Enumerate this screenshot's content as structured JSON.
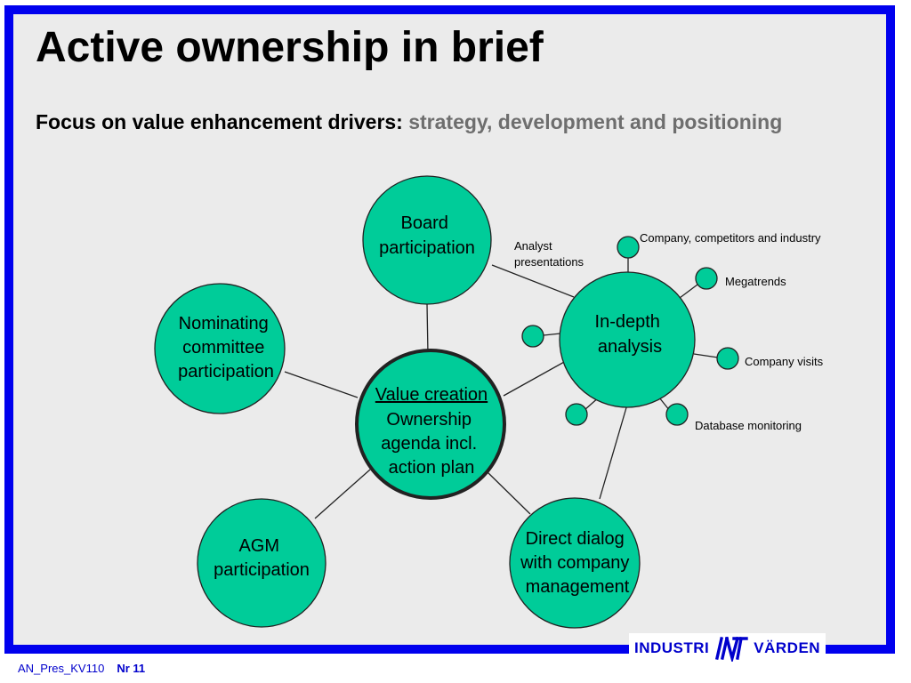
{
  "title": "Active ownership in brief",
  "subtitle": {
    "lead": "Focus on value enhancement drivers:",
    "emphasis": "strategy, development and positioning"
  },
  "nodes": {
    "board": [
      "Board",
      "participation"
    ],
    "nominating": [
      "Nominating",
      "committee",
      "participation"
    ],
    "center_heading": "Value creation",
    "center_lines": [
      "Ownership",
      "agenda incl.",
      "action plan"
    ],
    "agm": [
      "AGM",
      "participation"
    ],
    "dialog": [
      "Direct dialog",
      "with company",
      "management"
    ],
    "analysis": [
      "In-depth",
      "analysis"
    ]
  },
  "satellites": {
    "analyst": [
      "Analyst",
      "presentations"
    ],
    "company": "Company, competitors and industry",
    "megatrends": "Megatrends",
    "visits": "Company visits",
    "database": "Database monitoring"
  },
  "footer": {
    "doc_id": "AN_Pres_KV110",
    "page": "Nr 11"
  },
  "brand": {
    "left_word": "INDUSTRI",
    "right_word": "VÄRDEN"
  },
  "colors": {
    "frame": "#0000ee",
    "node_fill": "#00cc99",
    "background": "#ebebeb",
    "emphasis_text": "#6e6e6e",
    "footer_text": "#0000cc"
  },
  "icons": {
    "brand_mark": "industrivarden-logo-icon"
  }
}
